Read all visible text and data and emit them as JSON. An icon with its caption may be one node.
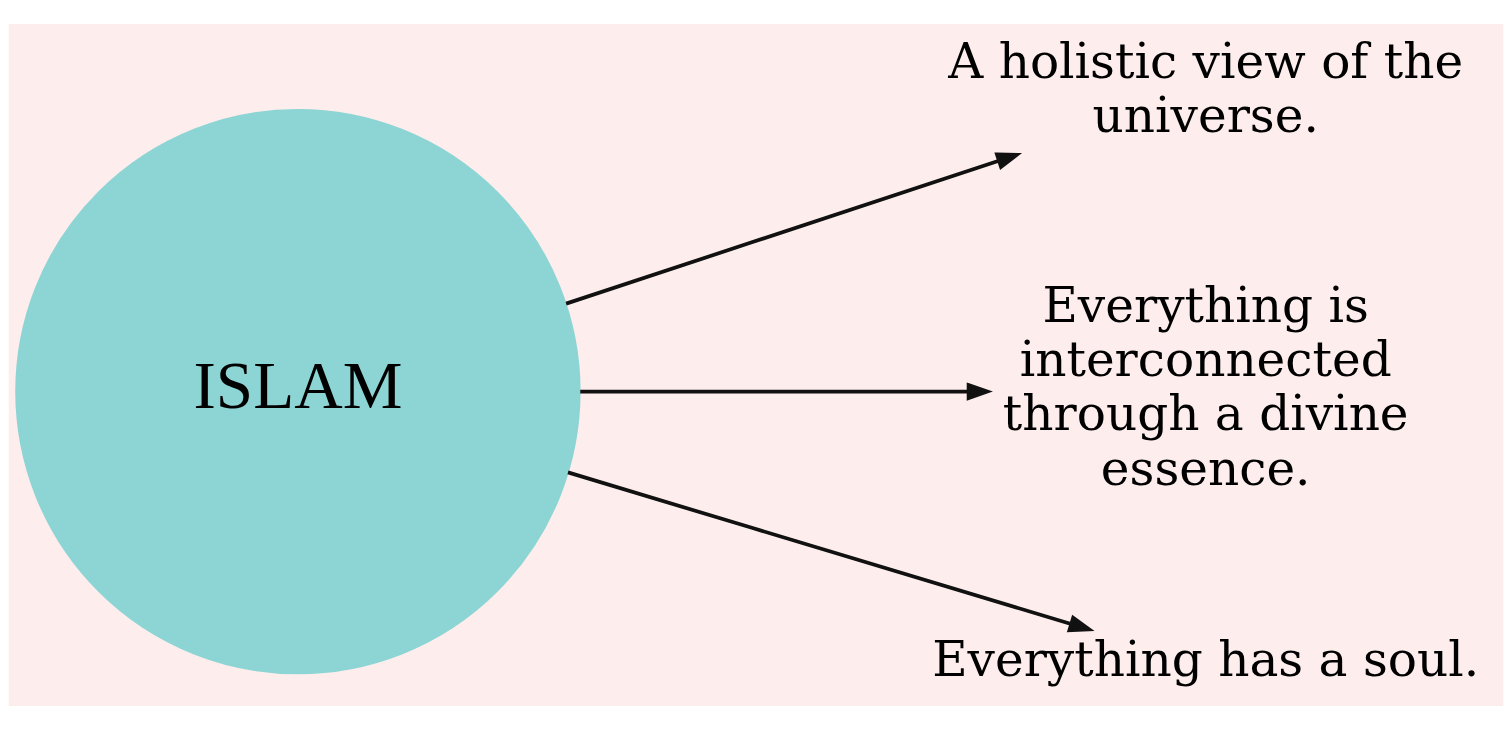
{
  "diagram": {
    "nodes": [
      {
        "text": [
          "ISLAM"
        ]
      },
      {
        "text": [
          "A holistic view of the universe."
        ]
      },
      {
        "text": [
          "Everything is interconnected through a divine essence."
        ]
      },
      {
        "text": [
          "Everything has a soul."
        ]
      }
    ],
    "edges": [
      {
        "from": 0,
        "to": 1,
        "arrow": "to"
      },
      {
        "from": 0,
        "to": 2,
        "arrow": "to"
      },
      {
        "from": 0,
        "to": 3,
        "arrow": "to"
      }
    ]
  }
}
